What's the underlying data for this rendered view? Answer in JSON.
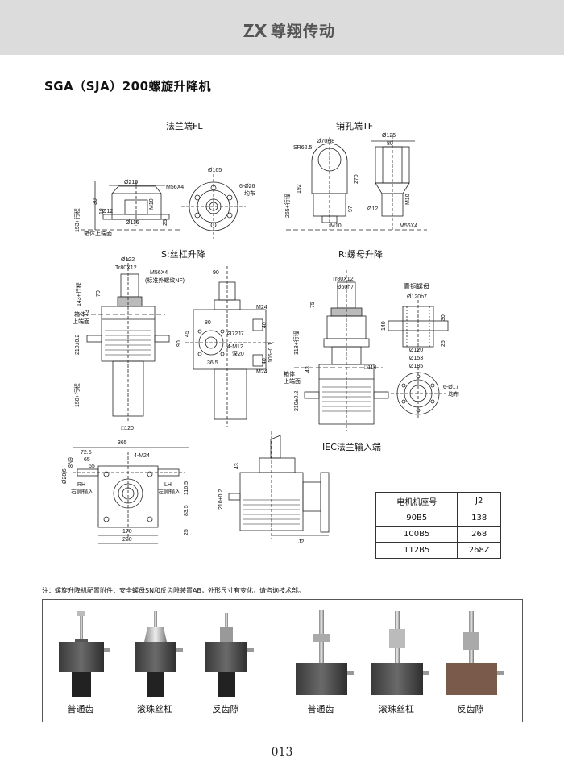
{
  "header": {
    "brand": "尊翔传动",
    "logo_text": "ZX"
  },
  "title": "SGA（SJA）200螺旋升降机",
  "views": {
    "fl": "法兰端FL",
    "tf": "销孔端TF",
    "s": "S:丝杠升降",
    "r": "R:螺母升降",
    "iec": "IEC法兰输入端",
    "nut": "青铜螺母"
  },
  "dims": {
    "fl_d210": "Ø210",
    "fl_30": "30",
    "fl_18": "18",
    "fl_d12": "Ø12",
    "fl_d116": "Ø116",
    "fl_m10": "M10",
    "fl_25": "25",
    "fl_153": "153+行程",
    "fl_box": "箱体上端面",
    "fl_m56": "M56X4",
    "fl_d165": "Ø165",
    "fl_626": "6-Ø26",
    "fl_even": "均布",
    "tf_sr": "SR62.5",
    "tf_d70": "Ø70H8",
    "tf_192": "192",
    "tf_265": "265+行程",
    "tf_d125": "Ø125",
    "tf_80": "80",
    "tf_270": "270",
    "tf_97": "97",
    "tf_m10": "M10",
    "tf_d12": "Ø12",
    "tf_m10b": "M10",
    "tf_m56": "M56X4",
    "s_d122": "Ø122",
    "s_tr": "Tr80X12",
    "s_m56": "M56X4",
    "s_std": "(标准外螺纹NF)",
    "s_70": "70",
    "s_143": "143+行程",
    "s_box": "箱体",
    "s_box2": "上端面",
    "s_43": "43",
    "s_210": "210±0.2",
    "s_150": "150+行程",
    "s_120": "□120",
    "s_90": "90",
    "s_m24": "M24",
    "s_80": "80",
    "s_40": "40",
    "s_45": "45",
    "s_d72": "Ø72J7",
    "s_90b": "90",
    "s_4m12": "4-M12",
    "s_deep": "深20",
    "s_365": "36.5",
    "s_105": "105±0.1",
    "s_40b": "40",
    "s_m24b": "M24",
    "r_tr": "Tr80X12",
    "r_d60": "Ø60h7",
    "r_75": "75",
    "r_318": "318+行程",
    "r_43": "43",
    "r_box": "箱体",
    "r_box2": "上端面",
    "r_114": "□114",
    "r_210": "210±0.2",
    "n_d120": "Ø120h7",
    "n_140": "140",
    "n_30": "30",
    "n_d120b": "Ø120",
    "n_d153": "Ø153",
    "n_d185": "Ø185",
    "n_25": "25",
    "n_617": "6-Ø17",
    "n_even": "均布",
    "p_365": "365",
    "p_725": "72.5",
    "p_65": "65",
    "p_55": "55",
    "p_4m24": "4-M24",
    "p_8n9": "8N9",
    "p_d28": "Ø28j6",
    "p_rh": "RH",
    "p_rh2": "右侧输入",
    "p_lh": "LH",
    "p_lh2": "左侧输入",
    "p_170": "170",
    "p_220": "220",
    "p_116": "116.5",
    "p_835": "83.5",
    "p_25": "25",
    "i_43": "43",
    "i_210": "210±0.2",
    "i_j2": "J2"
  },
  "table": {
    "headers": [
      "电机机座号",
      "J2"
    ],
    "rows": [
      [
        "90B5",
        "138"
      ],
      [
        "100B5",
        "268"
      ],
      [
        "112B5",
        "268Z"
      ]
    ]
  },
  "note": "注：螺旋升降机配置附件：安全螺母SN和反齿隙装置AB，外形尺寸有变化，请咨询技术部。",
  "photos": [
    "普通齿",
    "滚珠丝杠",
    "反齿隙",
    "普通齿",
    "滚珠丝杠",
    "反齿隙"
  ],
  "page_number": "013"
}
